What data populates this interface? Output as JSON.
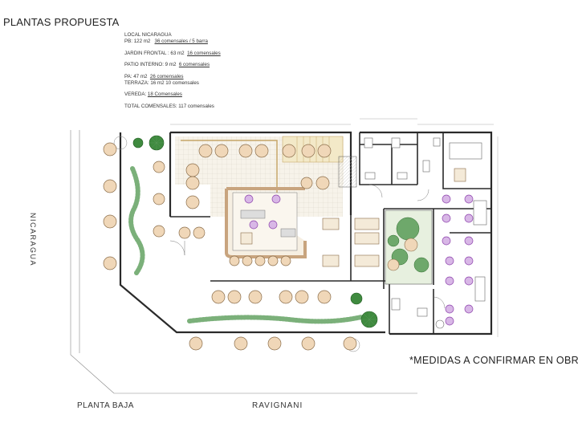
{
  "title": "PLANTAS PROPUESTA",
  "summary": {
    "local": "LOCAL NICARAGUA",
    "pb_area": "PB: 122 m2",
    "pb_comensales": "36 comensales / 5 barra",
    "jardin_area": "JARDIN FRONTAL : 63 m2",
    "jardin_comensales": "16 comensales",
    "patio_area": "PATIO INTERNO: 9 m2",
    "patio_comensales": "6 comensales",
    "pa_area": "PA: 47 m2",
    "pa_comensales": "26 comensales",
    "terraza": "TERRAZA: 16 m2 10 comensales",
    "vereda_label": "VEREDA:",
    "vereda_comensales": "18 Comensales",
    "total": "TOTAL COMENSALES: 117 comensales"
  },
  "streets": {
    "left": "NICARAGUA",
    "bottom": "RAVIGNANI"
  },
  "floor_label": "PLANTA BAJA",
  "note": "*MEDIDAS A CONFIRMAR EN OBRA",
  "colors": {
    "wall": "#2a2a2a",
    "furniture": "#c8a47e",
    "plant": "#3f8a3f",
    "purple_chair": "#9b59b6",
    "floor_tile": "#f2ece0"
  }
}
